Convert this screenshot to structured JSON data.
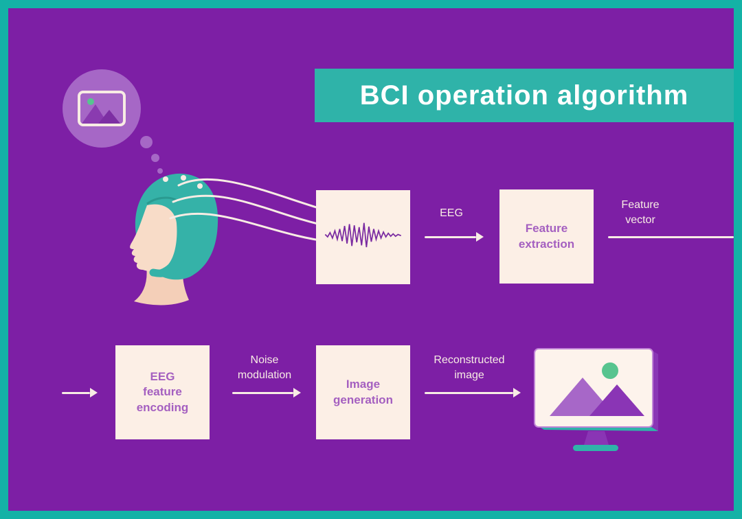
{
  "title": "BCI operation algorithm",
  "labels": {
    "eeg": "EEG",
    "feature_vector": "Feature vector",
    "noise_modulation": "Noise modulation",
    "reconstructed_image": "Reconstructed image"
  },
  "boxes": {
    "feature_extraction": "Feature extraction",
    "eeg_feature_encoding": "EEG feature encoding",
    "image_generation": "Image generation"
  },
  "icons": {
    "thought_bubble": "picture-icon",
    "head": "head-with-eeg-cap-icon",
    "signal": "eeg-waveform-icon",
    "output": "monitor-picture-icon"
  },
  "colors": {
    "background": "#7d1fa5",
    "frame": "#14b2a6",
    "banner": "#2fb3a9",
    "box_background": "#fcefe6",
    "box_text": "#a45fc0",
    "arrow_and_labels": "#f8ece4",
    "waveform": "#7a2ba1",
    "cap_teal": "#35b2a8",
    "skin": "#f8dcc8",
    "bubble_purple": "#a667c6",
    "accent_green": "#57c48f",
    "monitor_purple": "#8a35b5"
  }
}
